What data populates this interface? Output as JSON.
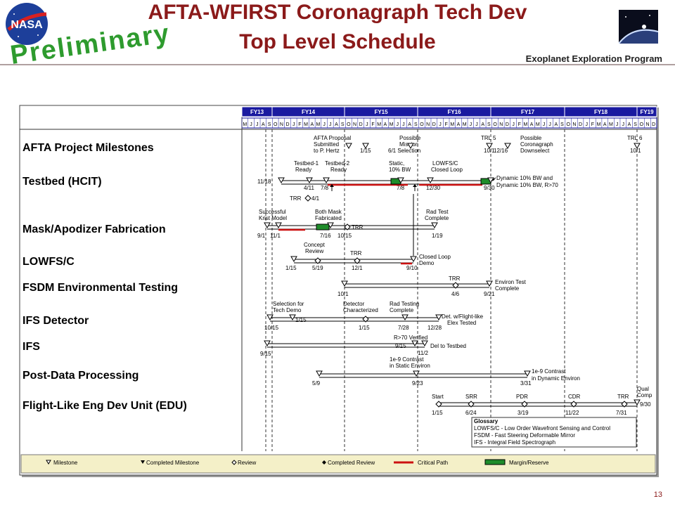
{
  "header": {
    "title_line1": "AFTA-WFIRST Coronagraph Tech Dev",
    "title_line2": "Top Level Schedule",
    "watermark": "Preliminary",
    "program": "Exoplanet Exploration Program",
    "logo_text": "NASA",
    "page_number": "13"
  },
  "fiscal_years": [
    "FY13",
    "FY14",
    "FY15",
    "FY16",
    "FY17",
    "FY18",
    "FY19"
  ],
  "months": [
    "M",
    "J",
    "J",
    "A",
    "S",
    "O",
    "N",
    "D",
    "J",
    "F",
    "M",
    "A",
    "M",
    "J",
    "J",
    "A",
    "S",
    "O",
    "N",
    "D",
    "J",
    "F",
    "M",
    "A",
    "M",
    "J",
    "J",
    "A",
    "S",
    "O",
    "N",
    "D",
    "J",
    "F",
    "M",
    "A",
    "M",
    "J",
    "J",
    "A",
    "S",
    "O",
    "N",
    "D",
    "J",
    "F",
    "M",
    "A",
    "M",
    "J",
    "J",
    "A",
    "S",
    "O",
    "N",
    "D",
    "J",
    "F",
    "M",
    "A",
    "M",
    "J",
    "J",
    "A",
    "S",
    "O",
    "N",
    "D"
  ],
  "rows": [
    {
      "label": "AFTA Project Milestones"
    },
    {
      "label": "Testbed (HCIT)"
    },
    {
      "label": "Mask/Apodizer Fabrication"
    },
    {
      "label": "LOWFS/C"
    },
    {
      "label": "FSDM Environmental Testing"
    },
    {
      "label": "IFS Detector"
    },
    {
      "label": "IFS"
    },
    {
      "label": "Post-Data  Processing"
    },
    {
      "label": "Flight-Like Eng Dev Unit (EDU)"
    }
  ],
  "annotations": {
    "afta": [
      "AFTA Proposal",
      "Submitted",
      "to P. Hertz",
      "Possible",
      "Mission",
      "6/1 Selection",
      "1/15",
      "TRL 5",
      "10/1",
      "12/16",
      "Possible",
      "Coronagraph",
      "Downselect",
      "TRL 6",
      "10/1"
    ],
    "testbed": [
      "Testbed-1",
      "Ready",
      "Testbed-2",
      "Ready",
      "Static,",
      "10% BW",
      "LOWFS/C",
      "Closed Loop",
      "11/18",
      "4/11",
      "7/8",
      "TRR",
      "4/1",
      "7/8",
      "12/30",
      "9/30",
      "Dynamic 10% BW and",
      "Dynamic 10% BW, R>70"
    ],
    "mask": [
      "Successful",
      "Krist Model",
      "Both Mask",
      "Fabricated",
      "Rad Test",
      "Complete",
      "9/1",
      "11/1",
      "7/16",
      "10/15",
      "TRR",
      "1/19"
    ],
    "lowfs": [
      "Concept",
      "Review",
      "TRR",
      "Closed Loop",
      "Demo",
      "1/15",
      "5/19",
      "12/1",
      "9/10"
    ],
    "fsdm": [
      "TRR",
      "Environ Test",
      "Complete",
      "10/1",
      "4/6",
      "9/21"
    ],
    "ifs_det": [
      "Selection for",
      "Tech Demo",
      "Detector",
      "Characterized",
      "Rad Testing",
      "Complete",
      "Det. w/Flight-like",
      "Elex Tested",
      "10/15",
      "1/15",
      "1/15",
      "7/28",
      "12/28"
    ],
    "ifs": [
      "R>70 Verified",
      "9/15",
      "Del to Testbed",
      "11/2",
      "9/15"
    ],
    "pdp": [
      "1e-9 Contrast",
      "in Static Environ",
      "1e-9 Contrast",
      "in Dynamic Environ",
      "5/9",
      "9/23",
      "3/31"
    ],
    "edu": [
      "Start",
      "SRR",
      "PDR",
      "CDR",
      "TRR",
      "Qual",
      "Comp",
      "1/15",
      "6/24",
      "3/19",
      "11/22",
      "7/31",
      "9/30"
    ]
  },
  "glossary": {
    "title": "Glossary",
    "items": [
      "LOWFS/C - Low Order Wavefront Sensing and Control",
      "FSDM - Fast Steering Deformable Mirror",
      "IFS - Integral Field Spectrograph"
    ]
  },
  "legend": {
    "milestone": "Milestone",
    "completed_milestone": "Completed Milestone",
    "review": "Review",
    "completed_review": "Completed Review",
    "critical_path": "Critical Path",
    "margin": "Margin/Reserve"
  },
  "colors": {
    "header_blue": "#1a1aa0",
    "title_red": "#8b1a1a",
    "watermark_green": "#2e9b2e",
    "critical_red": "#cc1111",
    "margin_green": "#1e8c2a",
    "legend_bg": "#f4f0c8"
  }
}
